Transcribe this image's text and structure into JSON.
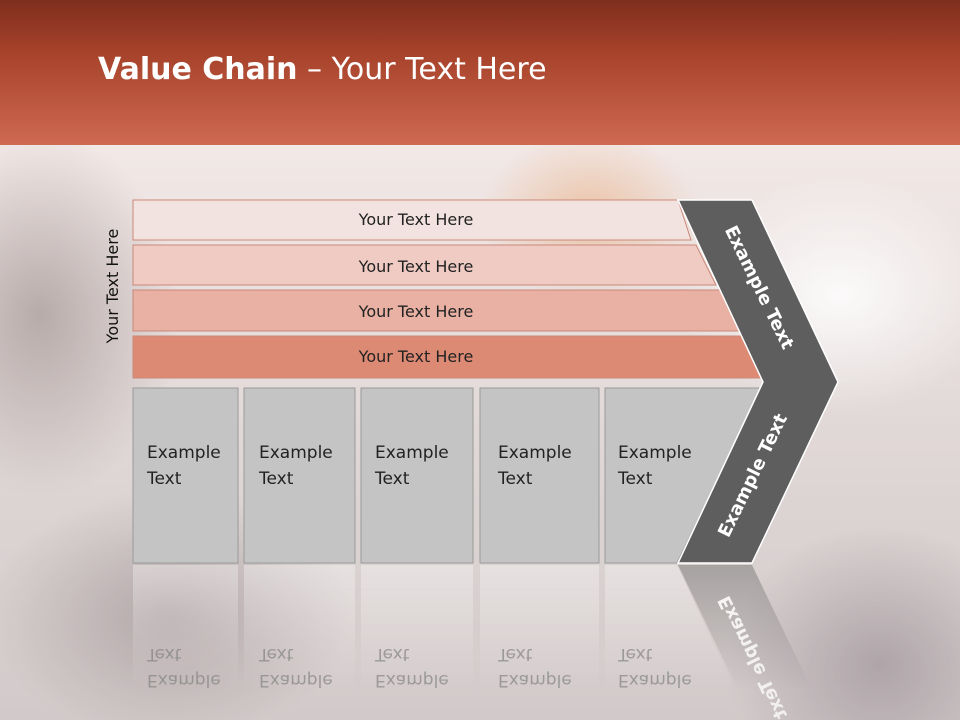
{
  "slide": {
    "title_bold": "Value Chain",
    "title_rest": " – Your Text Here",
    "side_label": "Your Text Here"
  },
  "bars": [
    {
      "label": "Your Text Here",
      "color": "#f3e3e0"
    },
    {
      "label": "Your Text Here",
      "color": "#f0cbc3"
    },
    {
      "label": "Your Text Here",
      "color": "#e8b1a3"
    },
    {
      "label": "Your Text Here",
      "color": "#dd8a74"
    }
  ],
  "cells": [
    {
      "line1": "Example",
      "line2": "Text"
    },
    {
      "line1": "Example",
      "line2": "Text"
    },
    {
      "line1": "Example",
      "line2": "Text"
    },
    {
      "line1": "Example",
      "line2": "Text"
    },
    {
      "line1": "Example",
      "line2": "Text"
    }
  ],
  "chevron": {
    "upper_label": "Example Text",
    "lower_label": "Example Text",
    "color": "#5e5e5e"
  },
  "colors": {
    "header_dark": "#7e2e1e",
    "header_light": "#cf6a52",
    "cell_fill": "#c4c4c4"
  }
}
